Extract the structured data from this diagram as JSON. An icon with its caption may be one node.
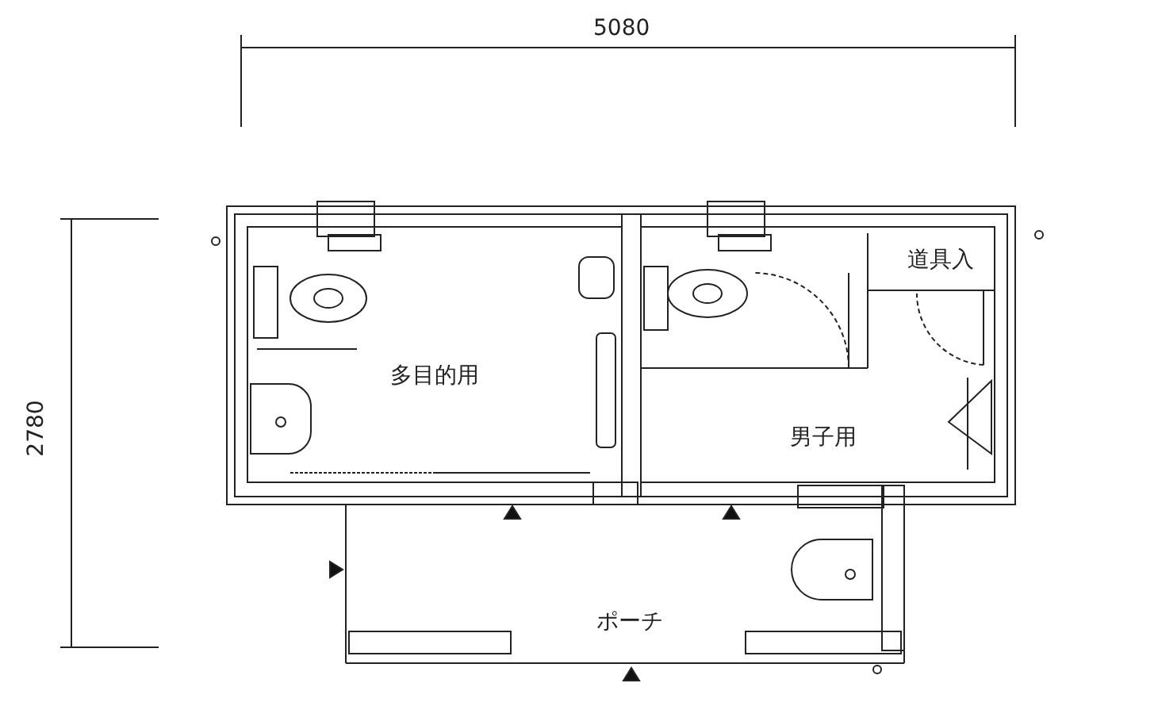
{
  "diagram": {
    "labels": [
      "5080",
      "2780",
      "道具入",
      "多目的用",
      "男子用",
      "ポーチ"
    ]
  }
}
